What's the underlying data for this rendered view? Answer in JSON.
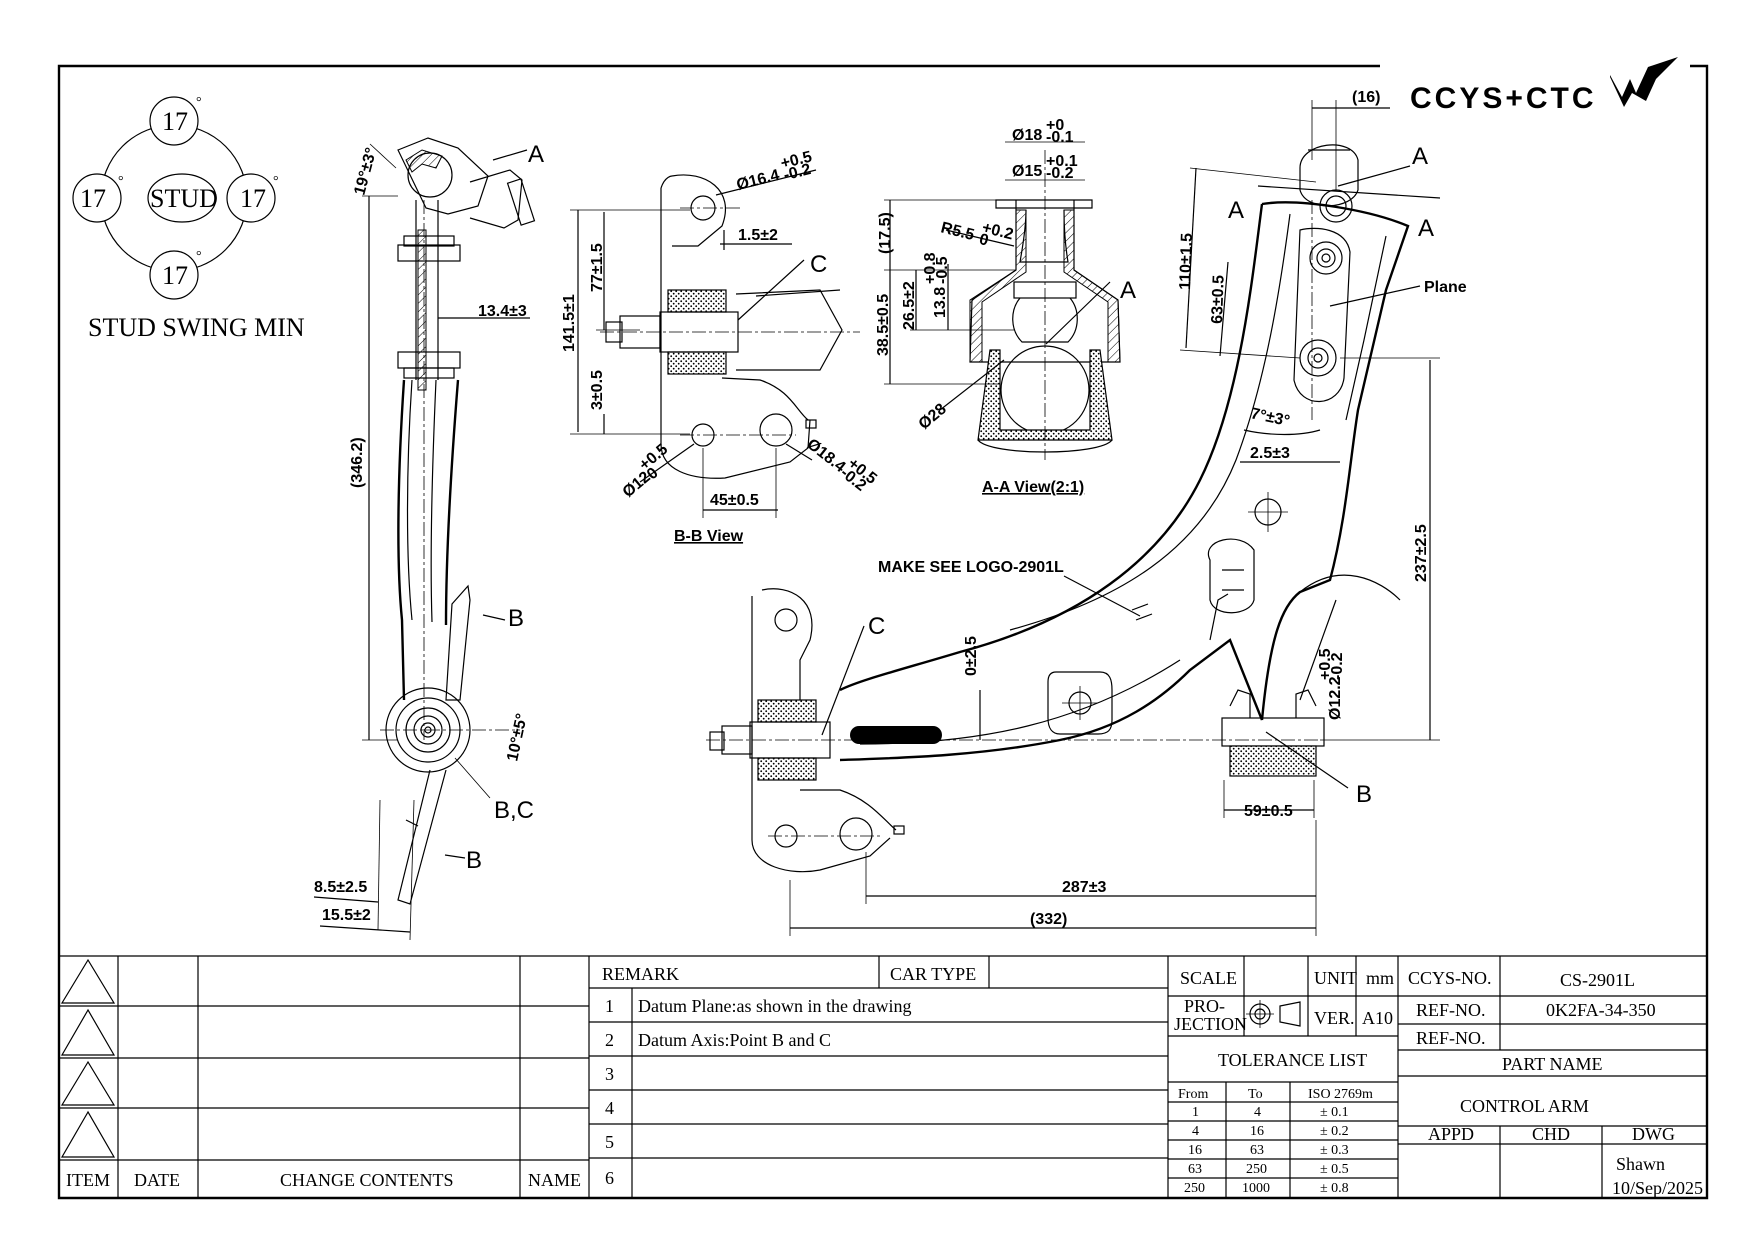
{
  "logo": {
    "text": "CCYS+CTC"
  },
  "stud_swing": {
    "values": [
      "17",
      "17",
      "17",
      "17"
    ],
    "center": "STUD",
    "deg": "°",
    "caption": "STUD SWING MIN"
  },
  "side_view": {
    "label_a": "A",
    "angle_top": "19°±3°",
    "dim_offset": "13.4±3",
    "dim_length": "(346.2)",
    "label_b_upper": "B",
    "label_b_lower": "B",
    "label_bc": "B,C",
    "angle_bush": "10°±5°",
    "dim_85": "8.5±2.5",
    "dim_155": "15.5±2"
  },
  "bb_view": {
    "title": "B-B View",
    "d164": "Ø16.4",
    "d164_tol_up": "+0.5",
    "d164_tol_dn": "-0.2",
    "d15": "1.5±2",
    "label_c": "C",
    "d775": "77±1.5",
    "d1415": "141.5±1",
    "d3": "3±0.5",
    "d12": "Ø12",
    "d12_tol_up": "+0.5",
    "d12_tol_dn": "0",
    "d184": "Ø18.4",
    "d184_tol_up": "+0.5",
    "d184_tol_dn": "-0.2",
    "d45": "45±0.5"
  },
  "aa_view": {
    "title": "A-A View(2:1)",
    "d18": "Ø18",
    "d18_tol_up": "+0",
    "d18_tol_dn": "-0.1",
    "d15": "Ø15",
    "d15_tol_up": "+0.1",
    "d15_tol_dn": "-0.2",
    "r55": "R5.5",
    "r55_tol_up": "+0.2",
    "r55_tol_dn": "0",
    "d175": "(17.5)",
    "d385": "38.5±0.5",
    "d265": "26.5±2",
    "d138": "13.8",
    "d138_tol_up": "+0.8",
    "d138_tol_dn": "-0.5",
    "d28": "Ø28",
    "label_a": "A"
  },
  "main_view": {
    "d16": "(16)",
    "label_a_top": "A",
    "label_a_left": "A",
    "label_a_right": "A",
    "plane": "Plane",
    "d110": "110±1.5",
    "d63": "63±0.5",
    "angle7": "7°±3°",
    "d25": "2.5±3",
    "d237": "237±2.5",
    "logo_note": "MAKE SEE LOGO-2901L",
    "label_c": "C",
    "d0": "0±2.5",
    "d122": "Ø12.2",
    "d122_tol_up": "+0.5",
    "d122_tol_dn": "-0.2",
    "d59": "59±0.5",
    "label_b": "B",
    "d287": "287±3",
    "d332": "(332)"
  },
  "rev_table": {
    "col_item": "ITEM",
    "col_date": "DATE",
    "col_change": "CHANGE CONTENTS",
    "col_name": "NAME"
  },
  "remarks": {
    "header": "REMARK",
    "car_type": "CAR TYPE",
    "rows": [
      {
        "no": "1",
        "text": "Datum Plane:as shown in the drawing"
      },
      {
        "no": "2",
        "text": "Datum Axis:Point B and C"
      },
      {
        "no": "3",
        "text": ""
      },
      {
        "no": "4",
        "text": ""
      },
      {
        "no": "5",
        "text": ""
      },
      {
        "no": "6",
        "text": ""
      }
    ]
  },
  "scale_block": {
    "scale": "SCALE",
    "unit": "UNIT",
    "unit_val": "mm",
    "projection": "PRO-",
    "projection2": "JECTION",
    "ver": "VER.",
    "ver_val": "A10",
    "tol_title": "TOLERANCE LIST",
    "tol_headers": [
      "From",
      "To",
      "ISO 2769m"
    ],
    "tol_rows": [
      [
        "1",
        "4",
        "± 0.1"
      ],
      [
        "4",
        "16",
        "± 0.2"
      ],
      [
        "16",
        "63",
        "± 0.3"
      ],
      [
        "63",
        "250",
        "± 0.5"
      ],
      [
        "250",
        "1000",
        "± 0.8"
      ]
    ]
  },
  "title_block": {
    "ccys_no_label": "CCYS-NO.",
    "ccys_no": "CS-2901L",
    "ref_no_label": "REF-NO.",
    "ref_no": "0K2FA-34-350",
    "ref_no2_label": "REF-NO.",
    "ref_no2": "",
    "part_name_label": "PART NAME",
    "part_name": "CONTROL ARM",
    "appd": "APPD",
    "chd": "CHD",
    "dwg": "DWG",
    "drawn_by": "Shawn",
    "date": "10/Sep/2025"
  }
}
